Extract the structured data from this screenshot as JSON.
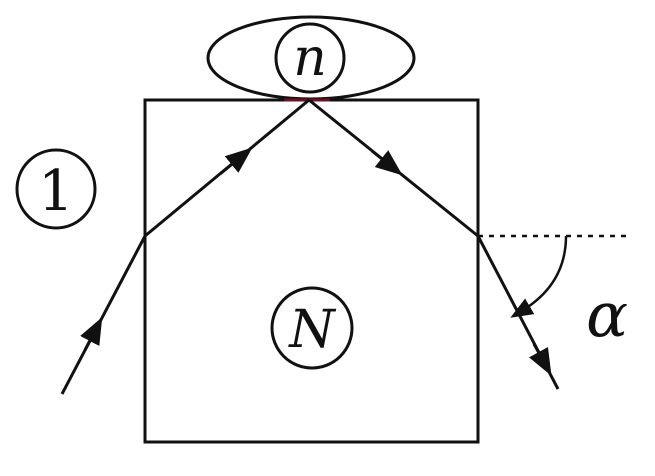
{
  "labels": {
    "outer_medium_index": "1",
    "drop_index": "n",
    "prism_index": "N",
    "exit_angle": "α"
  },
  "colors": {
    "stroke": "#111111",
    "background": "#ffffff",
    "contact_point": "#6a1020"
  }
}
